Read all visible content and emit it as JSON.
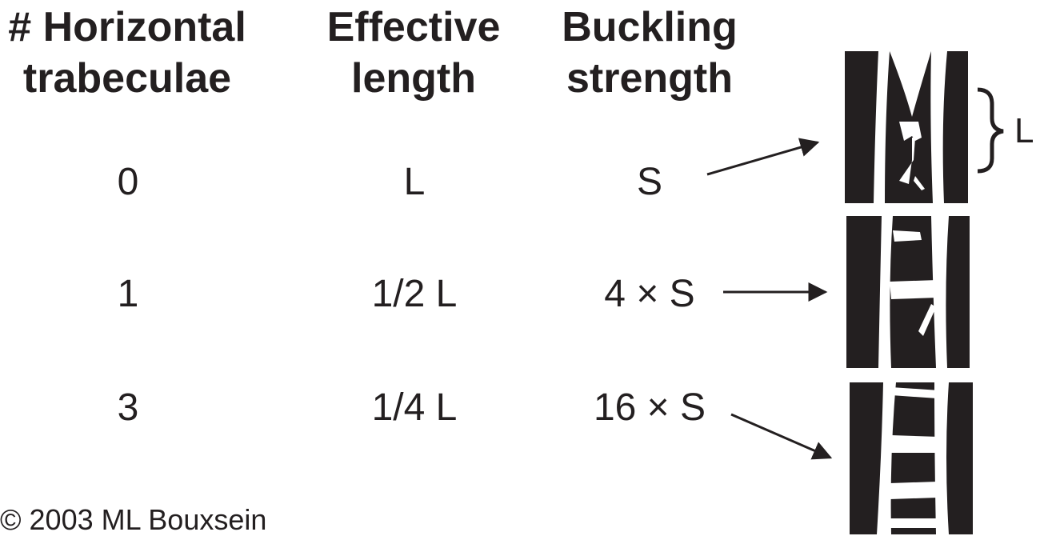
{
  "headers": {
    "col1": [
      "# Horizontal",
      "trabeculae"
    ],
    "col2": [
      "Effective",
      "length"
    ],
    "col3": [
      "Buckling",
      "strength"
    ]
  },
  "rows": [
    {
      "trabeculae": "0",
      "length": "L",
      "strength": "S"
    },
    {
      "trabeculae": "1",
      "length": "1/2 L",
      "strength": "4 × S"
    },
    {
      "trabeculae": "3",
      "length": "1/4 L",
      "strength": "16 × S"
    }
  ],
  "bracket_label": "L",
  "copyright": "© 2003 ML Bouxsein",
  "colors": {
    "ink": "#231f20",
    "panel": "#231f20",
    "bone": "#ffffff"
  }
}
